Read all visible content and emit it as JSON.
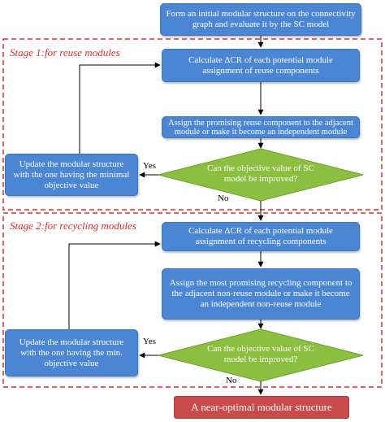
{
  "stage1": {
    "label": "Stage 1:for reuse modules"
  },
  "stage2": {
    "label": "Stage 2:for recycling modules"
  },
  "start_box": {
    "text": "Form an initial modular structure on the connectivity graph and evaluate it by the SC model"
  },
  "s1_calc": {
    "text": "Calculate  ΔCR of each potential module assignment of reuse components"
  },
  "s1_assign": {
    "text": "Assign the promising reuse component to the adjacent module or make it become an independent module"
  },
  "s1_decision": {
    "text": "Can the objective value of SC model be improved?"
  },
  "s1_update": {
    "text": "Update the modular structure with the one having the minimal objective value"
  },
  "s1_yes": "Yes",
  "s1_no": "No",
  "s2_calc": {
    "text": "Calculate  ΔCR of each potential module assignment of recycling components"
  },
  "s2_assign": {
    "text": "Assign the most promising recycling component to the adjacent non-reuse module or make it become an independent non-reuse module"
  },
  "s2_decision": {
    "text": "Can the objective value of SC model be improved?"
  },
  "s2_update": {
    "text": "Update the modular structure with the one having the min. objective value"
  },
  "s2_yes": "Yes",
  "s2_no": "No",
  "end_box": {
    "text": "A near-optimal modular structure"
  },
  "colors": {
    "box_fill": "#4a86d4",
    "diamond_fill": "#8cbf3f",
    "dashed_border": "#e32a2a",
    "final_fill": "#c84a4a"
  }
}
